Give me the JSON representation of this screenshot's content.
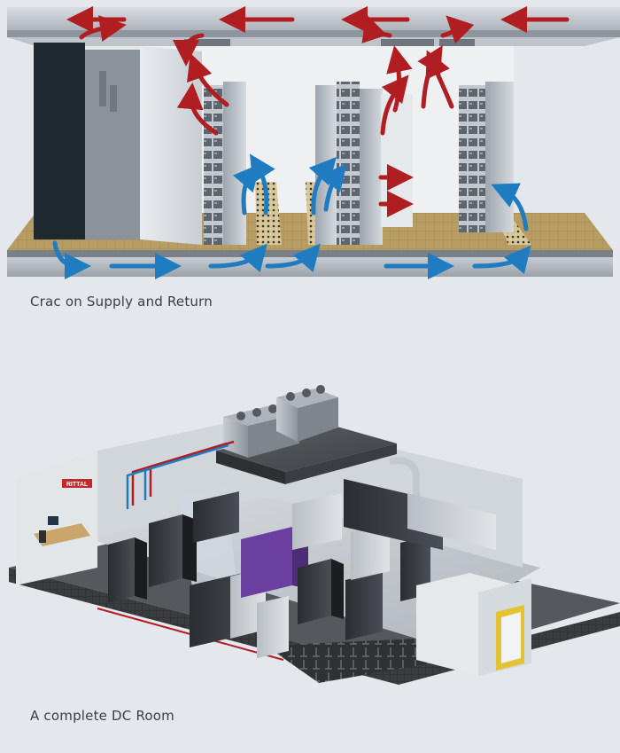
{
  "captions": {
    "top": "Crac on Supply and Return",
    "bottom": "A complete DC Room"
  },
  "colors": {
    "background": "#e4e7eb",
    "return_air_arrow": "#b11e22",
    "supply_air_arrow": "#1f7cc1",
    "floor_tile": "#b89d62",
    "crac_unit": "#1e2a30",
    "rack_purple": "#6b3fa0",
    "door_frame": "#e3c233"
  },
  "top_diagram": {
    "arrow_legend": [
      "return-air-arrow",
      "supply-air-arrow"
    ]
  },
  "bottom_diagram": {
    "logo_text": "RITTAL"
  }
}
